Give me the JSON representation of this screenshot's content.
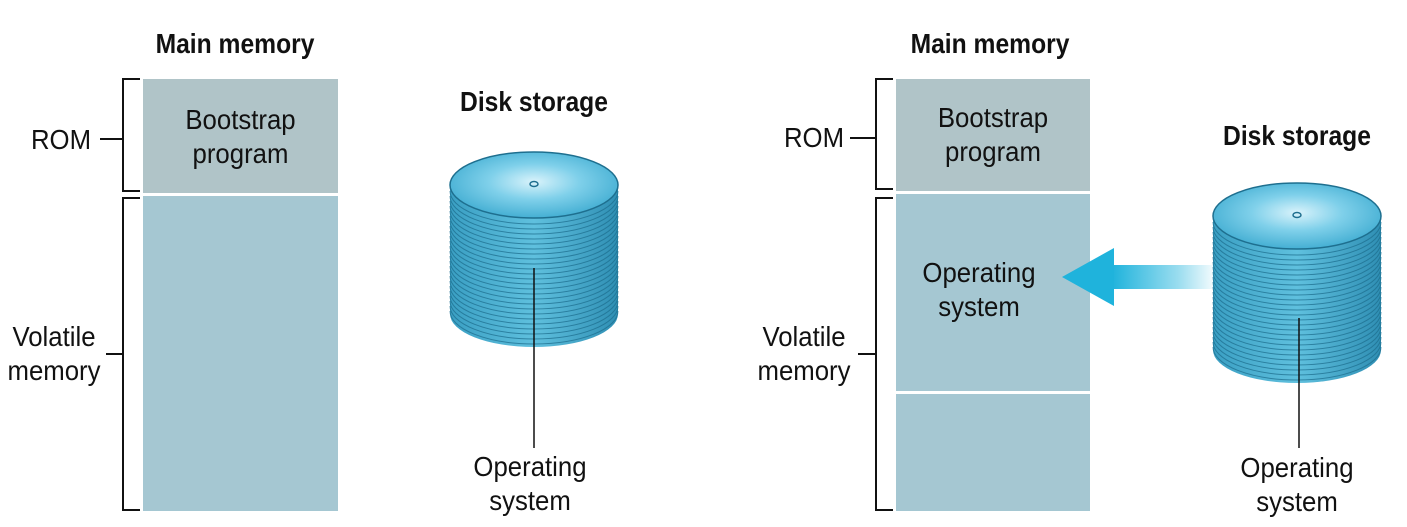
{
  "left_panel": {
    "main_memory_title": "Main memory",
    "disk_storage_title": "Disk storage",
    "rom_label": "ROM",
    "bootstrap_line1": "Bootstrap",
    "bootstrap_line2": "program",
    "volatile_line1": "Volatile",
    "volatile_line2": "memory",
    "os_line1": "Operating",
    "os_line2": "system"
  },
  "right_panel": {
    "main_memory_title": "Main memory",
    "disk_storage_title": "Disk storage",
    "rom_label": "ROM",
    "bootstrap_line1": "Bootstrap",
    "bootstrap_line2": "program",
    "volatile_line1": "Volatile",
    "volatile_line2": "memory",
    "memory_os_line1": "Operating",
    "memory_os_line2": "system",
    "os_line1": "Operating",
    "os_line2": "system"
  },
  "colors": {
    "rom": "#b0c4c8",
    "volatile": "#a5c7d2",
    "disk": "#4fb8d6",
    "arrow": "#1fb3dc"
  }
}
